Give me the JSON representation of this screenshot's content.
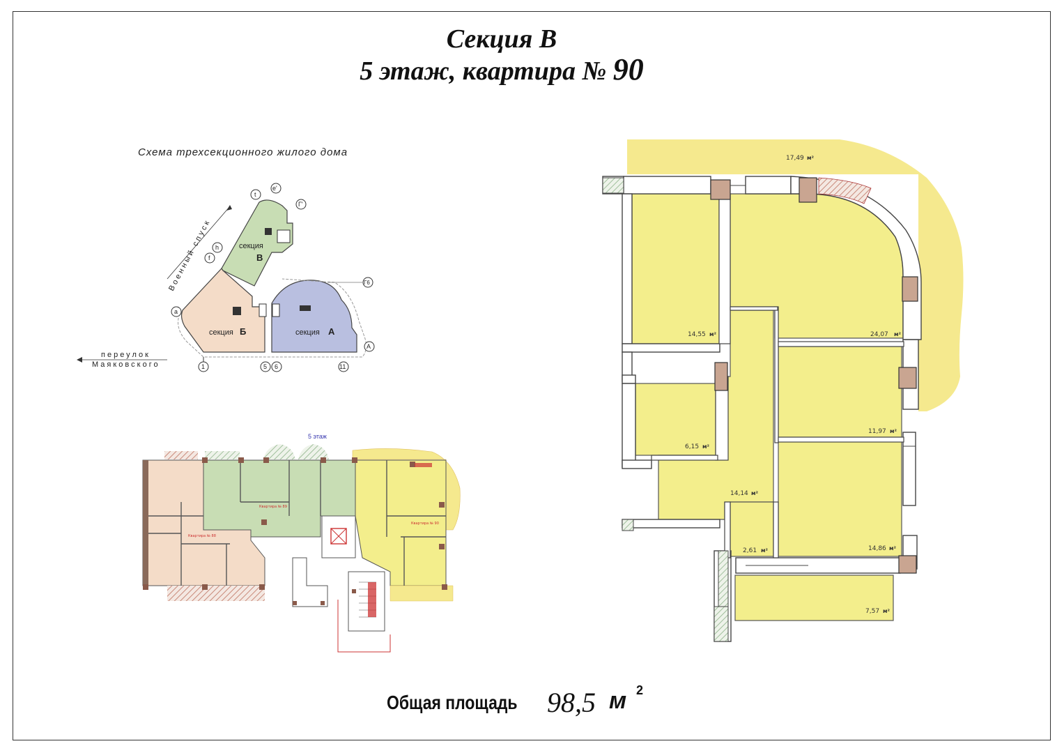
{
  "header": {
    "section_title": "Секция В",
    "floor_apartment": "5 этаж, квартира №",
    "apartment_number": "90"
  },
  "scheme": {
    "title": "Схема трехсекционного жилого дома",
    "street_1": "Военный спуск",
    "street_2_line1": "переулок",
    "street_2_line2": "Маяковского",
    "section_word": "секция",
    "section_a": "А",
    "section_b": "Б",
    "section_v": "В",
    "axis_labels": [
      "1",
      "5",
      "6",
      "11",
      "A",
      "a",
      "f",
      "h",
      "t",
      "e'",
      "Г'",
      "Г6"
    ]
  },
  "floor_overview": {
    "label": "5 этаж"
  },
  "apartment_plan": {
    "unit": "м²",
    "rooms": [
      {
        "id": "balcony-top",
        "area": "17,49"
      },
      {
        "id": "room-left",
        "area": "14,55"
      },
      {
        "id": "living",
        "area": "24,07"
      },
      {
        "id": "kitchen",
        "area": "11,97"
      },
      {
        "id": "bath",
        "area": "6,15"
      },
      {
        "id": "hall",
        "area": "14,14"
      },
      {
        "id": "wc",
        "area": "2,61"
      },
      {
        "id": "bedroom",
        "area": "14,86"
      },
      {
        "id": "balcony-bottom",
        "area": "7,57"
      }
    ]
  },
  "footer": {
    "total_label": "Общая площадь",
    "total_value": "98,5",
    "total_unit": "м",
    "total_sup": "2"
  },
  "colors": {
    "apartment_fill": "#f3ee8c",
    "section_a": "#b9bfe0",
    "section_b": "#f4dcc8",
    "section_v": "#c8ddb4",
    "wall_hatch": "#c98a7a",
    "balcony_fill": "#f5e98e"
  }
}
